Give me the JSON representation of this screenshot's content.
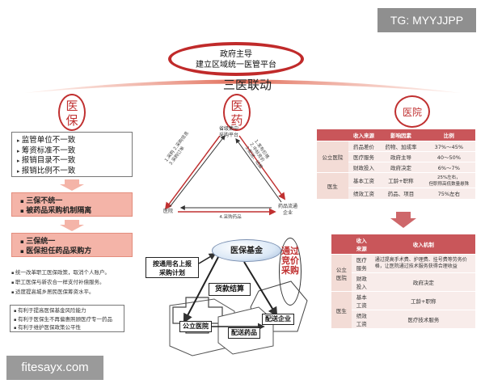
{
  "watermarks": {
    "top": "TG: MYYJJPP",
    "bottom": "fitesayx.com"
  },
  "header": {
    "line1": "政府主导",
    "line2": "建立区域统一医管平台",
    "title": "三医联动"
  },
  "columns": {
    "left": {
      "label_top": "医",
      "label_bottom": "保"
    },
    "middle": {
      "label_top": "医",
      "label_bottom": "药"
    },
    "right": {
      "label": "医院"
    }
  },
  "left_panel": {
    "problems": [
      "监管单位不一致",
      "筹资标准不一致",
      "报销目录不一致",
      "报销比例不一致"
    ],
    "box1": [
      "三保不统一",
      "被药品采购机制隔离"
    ],
    "box2": [
      "三保统一",
      "医保担任药品采购方"
    ],
    "notes": [
      "统一改革职工医保政策，取消个人账户。",
      "职工医保与新农合一样支付补偿服务。",
      "适度提高城乡居民医保筹资水平。"
    ],
    "benefits": [
      "有利于提高医保基金风险能力",
      "有利于医保生不再偏惠照顾医疗专一药品",
      "有利于维护医保政策公平性"
    ]
  },
  "triangle": {
    "top_node": [
      "省级集中",
      "采购平台"
    ],
    "left_node": "医院",
    "right_node": [
      "药品流通",
      "企业"
    ],
    "left_edge": [
      "1.采购 2.采购信息",
      "3.采购订单"
    ],
    "right_edge": [
      "1.发布价格",
      "2.中标竞价",
      "3.配送、结算"
    ],
    "bottom_edge": "4.采购药品"
  },
  "right_table1": {
    "headers": [
      "",
      "收入来源",
      "影响因素",
      "比例"
    ],
    "rows": [
      {
        "group": "公立医院",
        "source": "药品差价",
        "factor": "药物、加成率",
        "ratio": "37%～45%"
      },
      {
        "group": "",
        "source": "医疗服务",
        "factor": "政府主导",
        "ratio": "40～50%"
      },
      {
        "group": "",
        "source": "财政投入",
        "factor": "政府决定",
        "ratio": "6%～7%"
      },
      {
        "group": "医生",
        "source": "基本工资",
        "factor": "工龄+职称",
        "ratio": "25%左右，\n但职称高低数量悬殊"
      },
      {
        "group": "",
        "source": "绩效工资",
        "factor": "药品、项目",
        "ratio": "75%左右"
      }
    ]
  },
  "right_table2": {
    "headers": [
      "",
      "收入来源",
      "收入机制"
    ],
    "rows": [
      {
        "group": "公立医院",
        "source": "医疗服务",
        "mech": "通过提高手术费、护理费、挂号费等劳务价格，让医院通过技术服务获得合理收益"
      },
      {
        "group": "",
        "source": "财政投入",
        "mech": "政府决定"
      },
      {
        "group": "医生",
        "source": "基本工资",
        "mech": "工龄+职称"
      },
      {
        "group": "",
        "source": "绩效工资",
        "mech": "医疗技术服务"
      }
    ]
  },
  "lower_diagram": {
    "fund": "医保基金",
    "purchase_plan": [
      "按通用名上报",
      "采购计划"
    ],
    "payment": "货款结算",
    "negotiate": [
      "通过",
      "竞价",
      "采购"
    ],
    "hospital": "公立医院",
    "distributor": "配送企业",
    "drugs": "配送药品"
  },
  "colors": {
    "red": "#c03030",
    "pink": "#f4b4a8",
    "table_header": "#c9565a"
  }
}
